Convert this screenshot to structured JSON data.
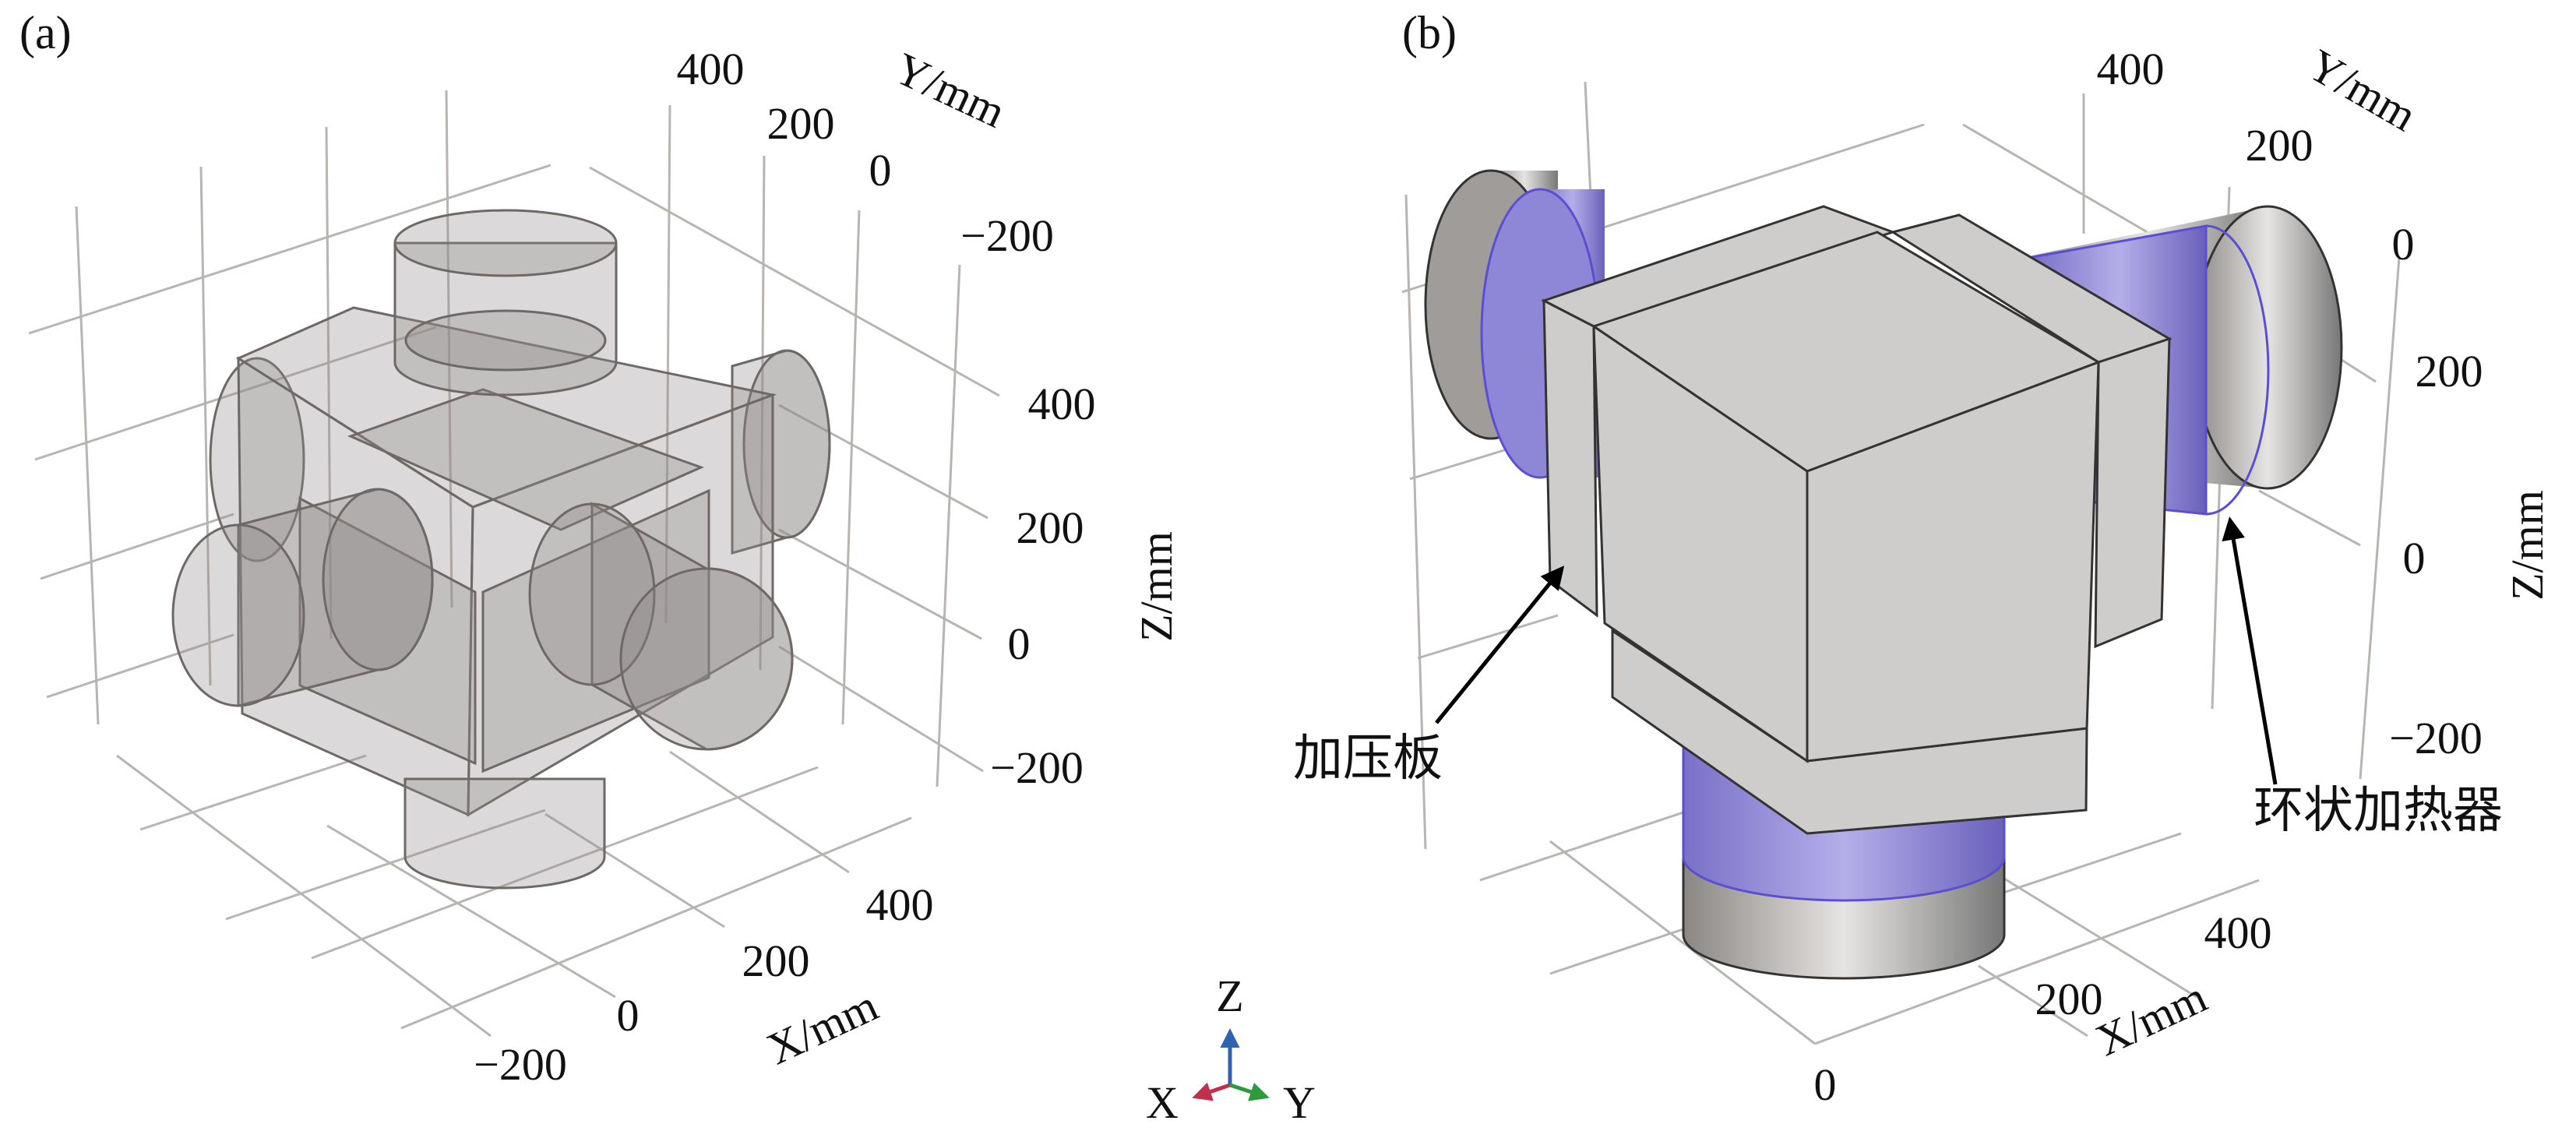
{
  "panel_a": {
    "label": "(a)",
    "y_axis": {
      "title": "Y/mm",
      "ticks": [
        "400",
        "200",
        "0",
        "−200"
      ]
    },
    "z_axis": {
      "title": "Z/mm",
      "ticks": [
        "400",
        "200",
        "0",
        "−200"
      ]
    },
    "x_axis": {
      "title": "X/mm",
      "ticks": [
        "400",
        "200",
        "0",
        "−200"
      ]
    }
  },
  "panel_b": {
    "label": "(b)",
    "y_axis": {
      "title": "Y/mm",
      "ticks": [
        "400",
        "200",
        "0"
      ]
    },
    "z_axis": {
      "title": "Z/mm",
      "ticks": [
        "200",
        "0",
        "−200"
      ]
    },
    "x_axis": {
      "title": "X/mm",
      "ticks": [
        "400",
        "200",
        "0"
      ]
    },
    "annotations": {
      "pressure_plate": "加压板",
      "ring_heater": "环状加热器"
    }
  },
  "triad": {
    "z": "Z",
    "x": "X",
    "y": "Y",
    "colors": {
      "z": "#2f63b0",
      "x": "#c0304a",
      "y": "#2e9a3e"
    }
  },
  "colors": {
    "transparent_body": "#8f8a88",
    "plate": "#cfcdcb",
    "heater": "#8e86d6"
  }
}
